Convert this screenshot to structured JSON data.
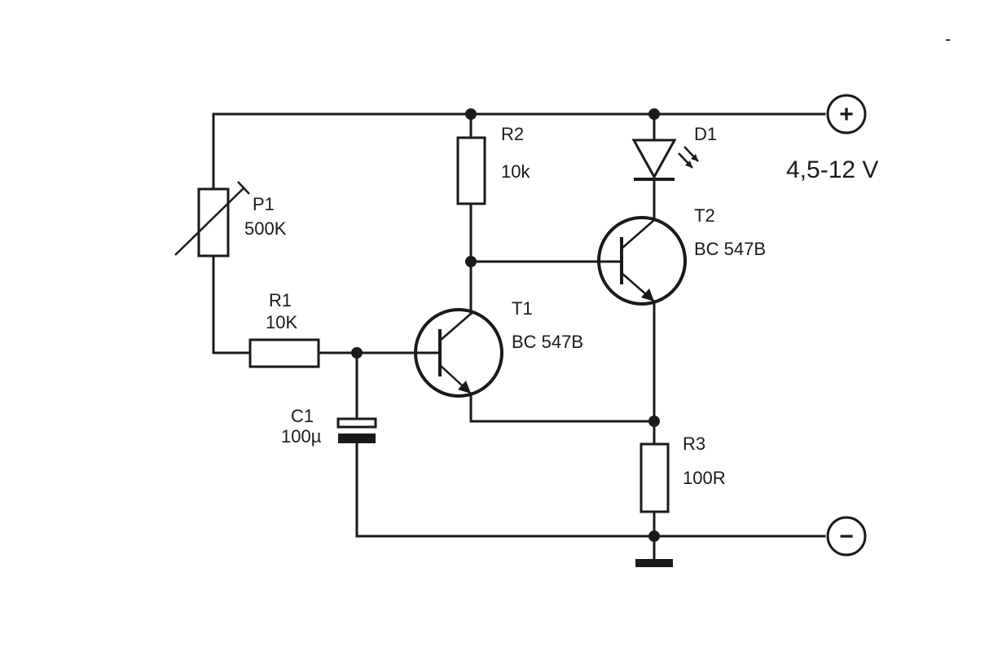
{
  "corner_mark": "-",
  "supply": {
    "positive_symbol": "+",
    "negative_symbol": "−",
    "voltage_label": "4,5-12 V"
  },
  "components": {
    "P1": {
      "ref": "P1",
      "value": "500K"
    },
    "R1": {
      "ref": "R1",
      "value": "10K"
    },
    "R2": {
      "ref": "R2",
      "value": "10k"
    },
    "R3": {
      "ref": "R3",
      "value": "100R"
    },
    "C1": {
      "ref": "C1",
      "value": "100µ"
    },
    "D1": {
      "ref": "D1"
    },
    "T1": {
      "ref": "T1",
      "value": "BC 547B"
    },
    "T2": {
      "ref": "T2",
      "value": "BC 547B"
    }
  },
  "colors": {
    "ink": "#1a1a1a",
    "background": "#ffffff"
  }
}
